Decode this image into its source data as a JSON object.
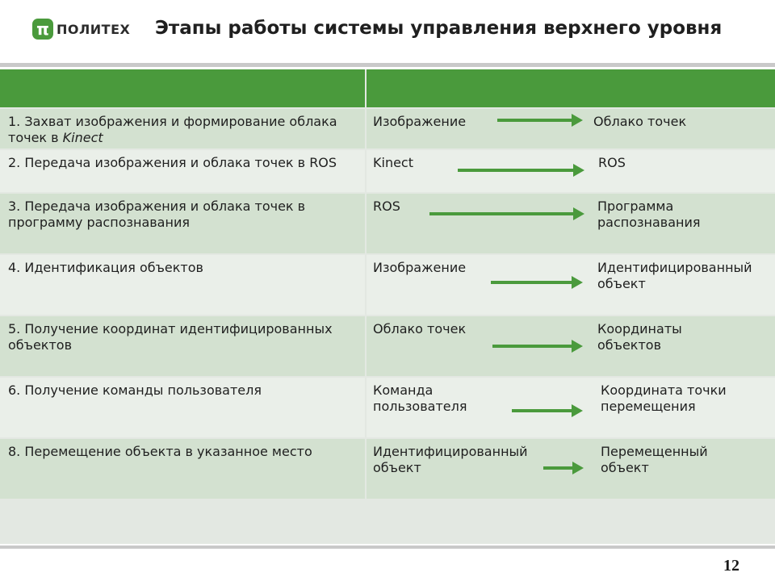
{
  "header": {
    "logo_text": "ПОЛИТЕХ",
    "logo_mark": "π",
    "title": "Этапы работы системы управления верхнего уровня"
  },
  "table": {
    "rows": [
      {
        "stage_main": "1. Захват изображения и формирование облака точек в ",
        "stage_tech": "Kinect",
        "input": "Изображение",
        "output": "Облако точек"
      },
      {
        "stage_main": "2. Передача изображения и облака точек в ROS",
        "stage_tech": "",
        "input": "Kinect",
        "output": "ROS"
      },
      {
        "stage_main": "3. Передача изображения и облака точек в программу распознавания",
        "stage_tech": "",
        "input": "ROS",
        "output": "Программа\nраспознавания"
      },
      {
        "stage_main": "4. Идентификация объектов",
        "stage_tech": "",
        "input": "Изображение",
        "output": "Идентифицированный\nобъект"
      },
      {
        "stage_main": "5. Получение координат идентифицированных объектов",
        "stage_tech": "",
        "input": "Облако точек",
        "output": "Координаты\nобъектов"
      },
      {
        "stage_main": "6. Получение команды пользователя",
        "stage_tech": "",
        "input": "Команда\nпользователя",
        "output": "Координата точки\nперемещения"
      },
      {
        "stage_main": "8. Перемещение объекта в указанное место",
        "stage_tech": "",
        "input": "Идентифицированный\nобъект",
        "output": "Перемещенный\nобъект"
      }
    ]
  },
  "colors": {
    "accent_green": "#4a9a3c",
    "band_row": "#d3e1d0",
    "plain_row": "#eaefe9"
  },
  "footer": {
    "page_number": "12"
  }
}
